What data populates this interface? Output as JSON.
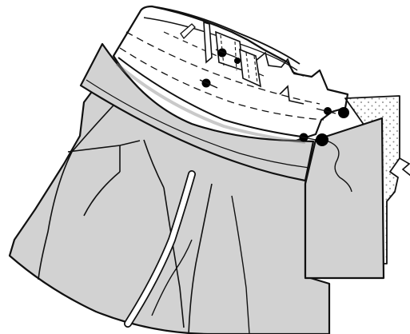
{
  "figure": {
    "kind": "sewing-illustration",
    "palette": {
      "background": "#ffffff",
      "garment_fill": "#d2d2d2",
      "facing_fill": "#ffffff",
      "interfacing_dot": "#8f8f8f",
      "outline": "#111111",
      "pin_head": "#000000",
      "seam_allowance": "#e6e6e6"
    },
    "pin_count": 7,
    "parts": [
      "garment-body",
      "waistband",
      "waistband-facing",
      "waistband-fold",
      "belt-loops",
      "interfaced-extension",
      "fly-tab",
      "pins",
      "thread-tail"
    ]
  }
}
